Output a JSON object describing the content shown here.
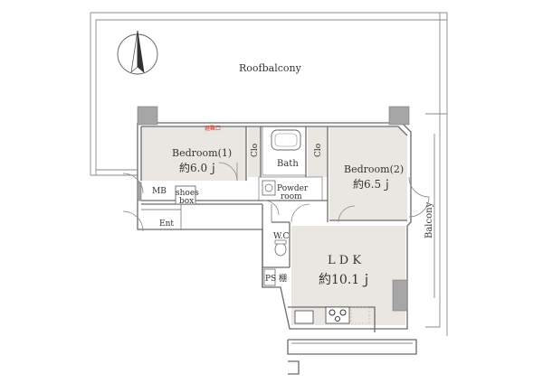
{
  "plan": {
    "roof_balcony": "Roofbalcony",
    "bedroom1_name": "Bedroom(1)",
    "bedroom1_size": "約6.0ｊ",
    "bedroom2_name": "Bedroom(2)",
    "bedroom2_size": "約6.5ｊ",
    "ldk_name": "L D K",
    "ldk_size": "約10.1ｊ",
    "closet1": "Clo",
    "closet2": "Clo",
    "bath": "Bath",
    "powder_line1": "Powder",
    "powder_line2": "room",
    "mb": "MB",
    "shoes_line1": "shoes",
    "shoes_line2": "box",
    "entrance": "Ent",
    "wc": "W.C",
    "ps": "PS",
    "shelf": "棚",
    "balcony": "Balcony",
    "fire_escape_note": "避難口"
  },
  "icons": {
    "north": "north-arrow-icon",
    "kitchen": "kitchen-stove-icon"
  },
  "colors": {
    "room_fill": "#eae7e2",
    "wall": "#6b6b6b",
    "pillar": "#a6a6a6",
    "note_red": "#e0302a"
  }
}
